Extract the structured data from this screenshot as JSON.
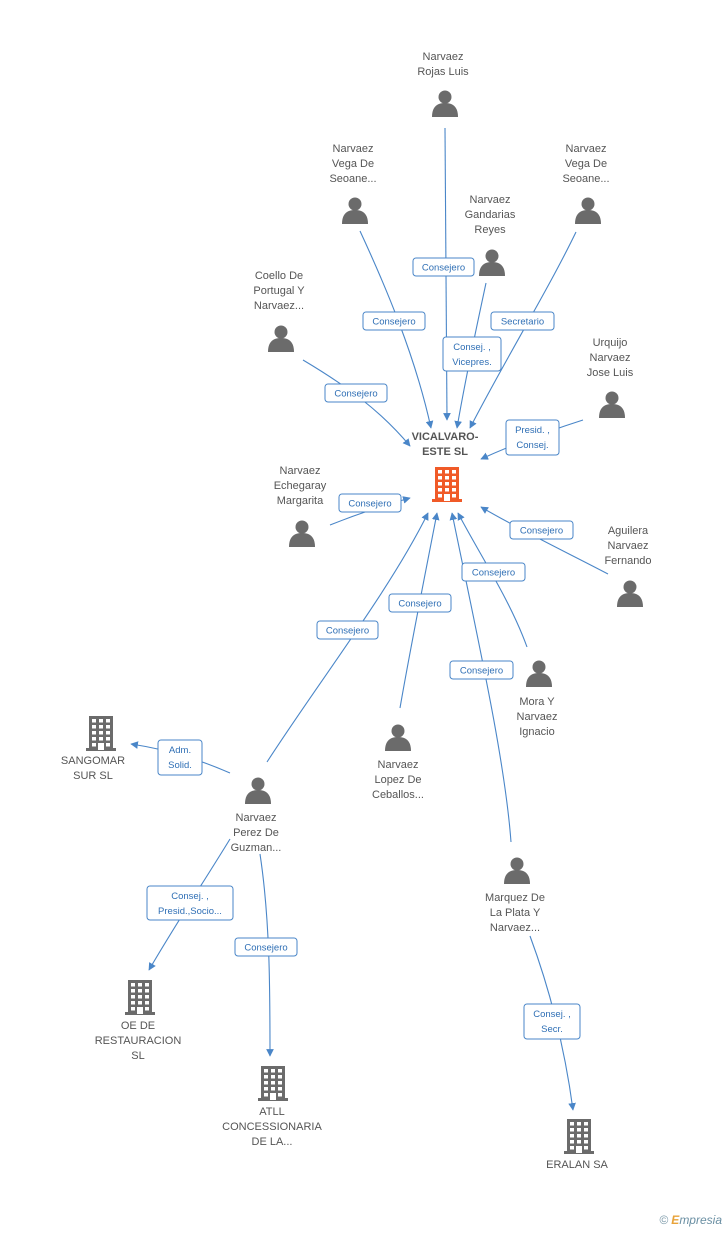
{
  "center": {
    "id": "c",
    "label": [
      "VICALVARO-",
      "ESTE SL"
    ],
    "kind": "company",
    "highlight": true
  },
  "nodes": [
    {
      "id": "p1",
      "kind": "person",
      "label": [
        "Narvaez",
        "Rojas Luis"
      ]
    },
    {
      "id": "p2",
      "kind": "person",
      "label": [
        "Narvaez",
        "Vega De",
        "Seoane..."
      ]
    },
    {
      "id": "p3",
      "kind": "person",
      "label": [
        "Narvaez",
        "Vega De",
        "Seoane..."
      ]
    },
    {
      "id": "p4",
      "kind": "person",
      "label": [
        "Narvaez",
        "Gandarias",
        "Reyes"
      ]
    },
    {
      "id": "p5",
      "kind": "person",
      "label": [
        "Coello De",
        "Portugal Y",
        "Narvaez..."
      ]
    },
    {
      "id": "p6",
      "kind": "person",
      "label": [
        "Urquijo",
        "Narvaez",
        "Jose Luis"
      ]
    },
    {
      "id": "p7",
      "kind": "person",
      "label": [
        "Narvaez",
        "Echegaray",
        "Margarita"
      ]
    },
    {
      "id": "p8",
      "kind": "person",
      "label": [
        "Aguilera",
        "Narvaez",
        "Fernando"
      ]
    },
    {
      "id": "p9",
      "kind": "person",
      "label": [
        "Mora Y",
        "Narvaez",
        "Ignacio"
      ]
    },
    {
      "id": "p10",
      "kind": "person",
      "label": [
        "Narvaez",
        "Lopez De",
        "Ceballos..."
      ]
    },
    {
      "id": "p11",
      "kind": "person",
      "label": [
        "Narvaez",
        "Perez De",
        "Guzman..."
      ]
    },
    {
      "id": "p12",
      "kind": "person",
      "label": [
        "Marquez De",
        "La Plata Y",
        "Narvaez..."
      ]
    },
    {
      "id": "k1",
      "kind": "company",
      "label": [
        "SANGOMAR",
        "SUR SL"
      ]
    },
    {
      "id": "k2",
      "kind": "company",
      "label": [
        "OE DE",
        "RESTAURACION",
        "SL"
      ]
    },
    {
      "id": "k3",
      "kind": "company",
      "label": [
        "ATLL",
        "CONCESSIONARIA",
        "DE LA..."
      ]
    },
    {
      "id": "k4",
      "kind": "company",
      "label": [
        "ERALAN SA"
      ]
    }
  ],
  "edges": [
    {
      "from": "p1",
      "to": "c",
      "label": [
        "Consejero"
      ]
    },
    {
      "from": "p2",
      "to": "c",
      "label": [
        "Consejero"
      ]
    },
    {
      "from": "p4",
      "to": "c",
      "label": [
        "Consej. ,",
        "Vicepres."
      ]
    },
    {
      "from": "p3",
      "to": "c",
      "label": [
        "Secretario"
      ]
    },
    {
      "from": "p5",
      "to": "c",
      "label": [
        "Consejero"
      ]
    },
    {
      "from": "p6",
      "to": "c",
      "label": [
        "Presid. ,",
        "Consej."
      ]
    },
    {
      "from": "p7",
      "to": "c",
      "label": [
        "Consejero"
      ]
    },
    {
      "from": "p8",
      "to": "c",
      "label": [
        "Consejero"
      ]
    },
    {
      "from": "p9",
      "to": "c",
      "label": [
        "Consejero"
      ]
    },
    {
      "from": "p10",
      "to": "c",
      "label": [
        "Consejero"
      ]
    },
    {
      "from": "p11",
      "to": "c",
      "label": [
        "Consejero"
      ]
    },
    {
      "from": "p12",
      "to": "c",
      "label": [
        "Consejero"
      ]
    },
    {
      "from": "p11",
      "to": "k1",
      "label": [
        "Adm.",
        "Solid."
      ]
    },
    {
      "from": "p11",
      "to": "k2",
      "label": [
        "Consej. ,",
        "Presid.,Socio..."
      ]
    },
    {
      "from": "p11",
      "to": "k3",
      "label": [
        "Consejero"
      ]
    },
    {
      "from": "p12",
      "to": "k4",
      "label": [
        "Consej. ,",
        "Secr."
      ]
    }
  ],
  "colors": {
    "edge": "#4a86c8",
    "edge_label": "#2f6fb5",
    "node_icon": "#6b6b6b",
    "center_icon": "#f05a28",
    "label": "#555555"
  },
  "footer": {
    "copyright": "©",
    "brand_initial": "E",
    "brand_rest": "mpresia"
  }
}
